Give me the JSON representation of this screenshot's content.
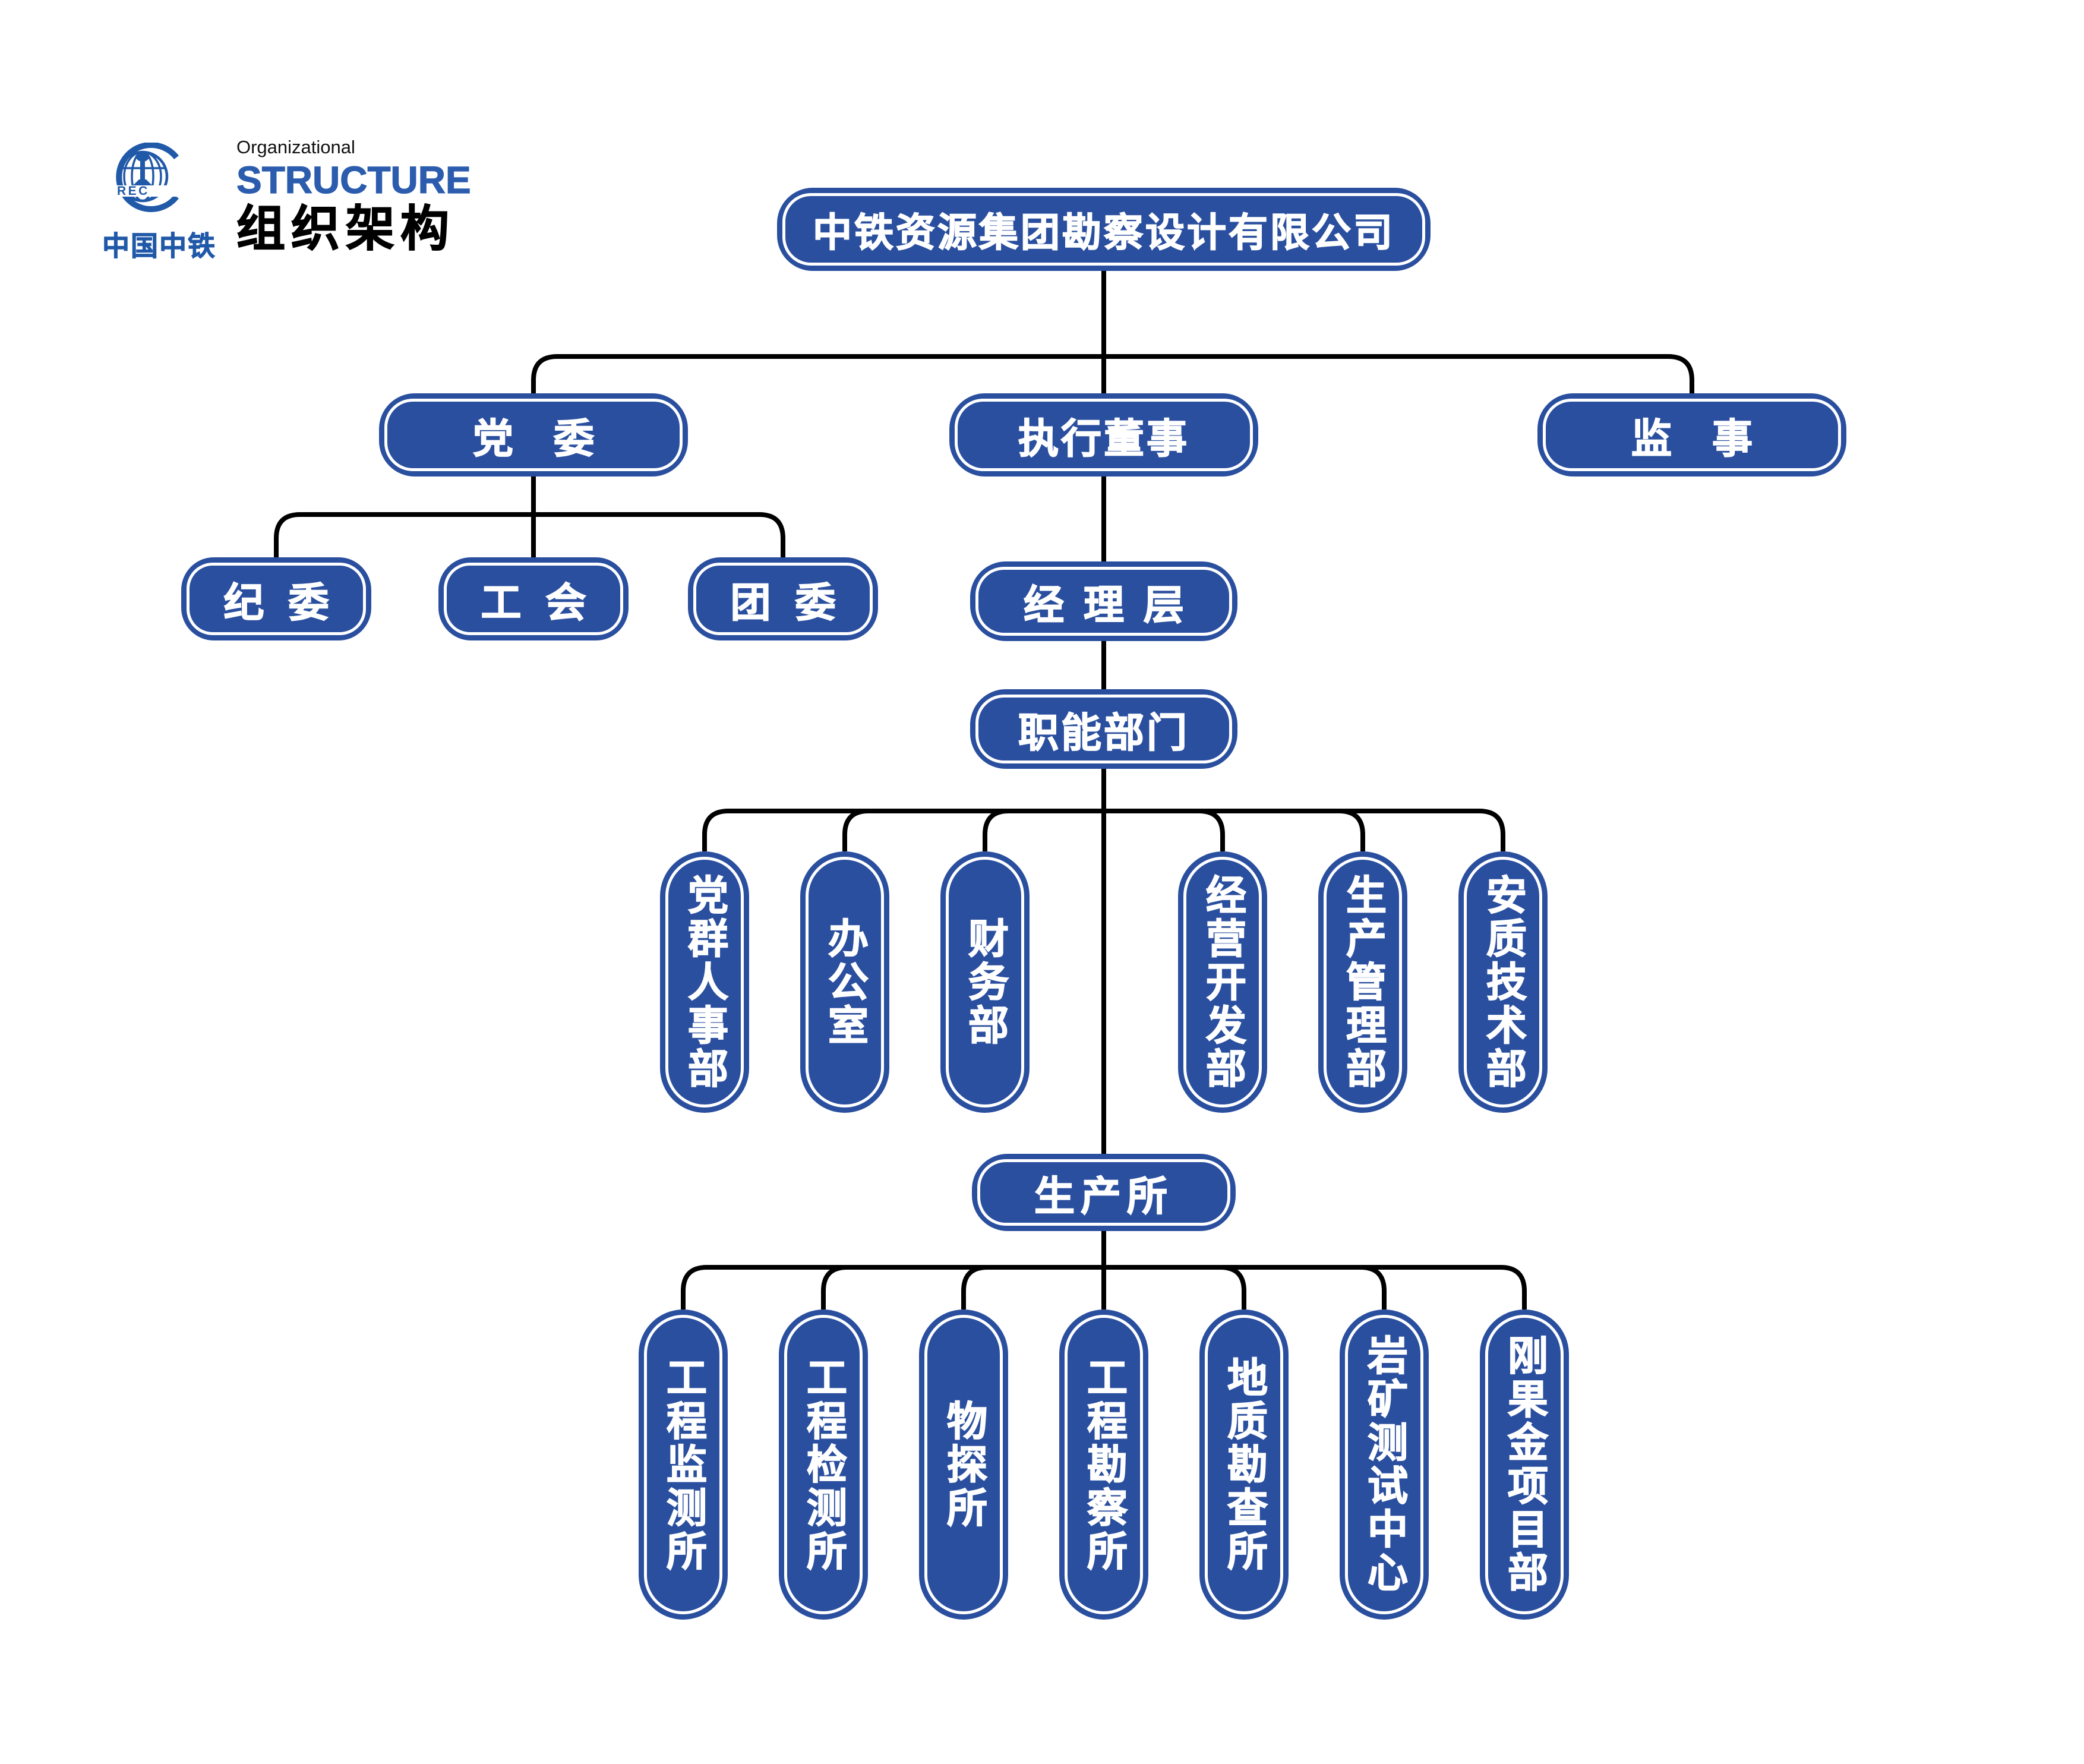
{
  "header": {
    "brand_cn": "中国中铁",
    "emblem_letters": "REC",
    "title_line1": "Organizational",
    "title_line2": "STRUCTURE",
    "title_line3": "组织架构"
  },
  "colors": {
    "node_blue": "#2a4f9f",
    "logo_blue": "#2059a8",
    "line_color": "#000000"
  },
  "org": {
    "root": "中铁资源集团勘察设计有限公司",
    "party": "党　委",
    "exec_director": "执行董事",
    "supervisor": "监　事",
    "discipline": "纪 委",
    "labor_union": "工 会",
    "youth_league": "团 委",
    "management": "经 理 层",
    "functional": "职能部门",
    "production": "生产所",
    "func_depts": [
      "党群人事部",
      "办公室",
      "财务部",
      "经营开发部",
      "生产管理部",
      "安质技术部"
    ],
    "prod_units": [
      "工程监测所",
      "工程检测所",
      "物探所",
      "工程勘察所",
      "地质勘查所",
      "岩矿测试中心",
      "刚果金项目部"
    ]
  }
}
